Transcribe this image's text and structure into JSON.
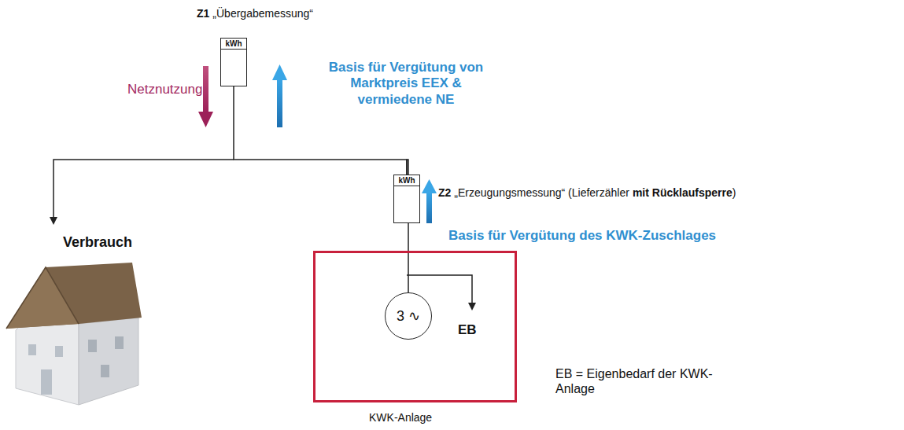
{
  "diagram": {
    "nodes": [
      {
        "text": [
          "Z1",
          "„Übergabemessung“",
          "kWh"
        ]
      },
      {
        "text": [
          "kWh"
        ]
      },
      {
        "text": [
          "KWK-Anlage"
        ]
      },
      {
        "text": [
          "3 ∿"
        ],
        "in": 2
      }
    ],
    "edges": [
      {
        "from": 0,
        "to": 1,
        "arrow": "none"
      },
      {
        "from": 1,
        "to": 3,
        "arrow": "none"
      }
    ],
    "labels": [
      "Netznutzung",
      "Basis für Vergütung von Marktpreis EEX & vermiedene NE",
      "Z2",
      "„Erzeugungsmessung“ (Lieferzähler",
      "mit Rücklaufsperre",
      ")",
      "Basis für Vergütung des KWK-Zuschlages",
      "Verbrauch",
      "EB",
      "EB = Eigenbedarf der KWK-Anlage"
    ]
  }
}
